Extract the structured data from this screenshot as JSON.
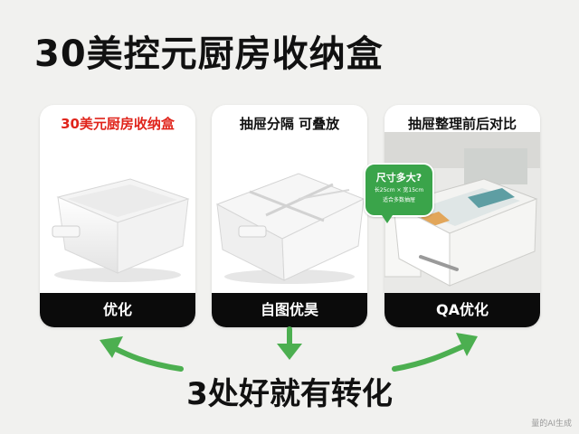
{
  "title": "30美控元厨房收纳盒",
  "cards": [
    {
      "caption": "30美元厨房收纳盒",
      "footer": "优化"
    },
    {
      "caption": "抽屉分隔 可叠放",
      "footer": "自图优昊"
    },
    {
      "caption": "抽屉整理前后对比",
      "footer": "QA优化"
    }
  ],
  "bubble": {
    "question": "尺寸多大?",
    "line1": "长25cm × 宽15cm",
    "line2": "适合多数抽屉"
  },
  "bottom_text": "3处好就有转化",
  "watermark": "量的AI生成",
  "colors": {
    "accent_red": "#e0241b",
    "arrow_green": "#4caf50",
    "bubble_green": "#3aa44a",
    "footer_black": "#0b0b0b"
  }
}
